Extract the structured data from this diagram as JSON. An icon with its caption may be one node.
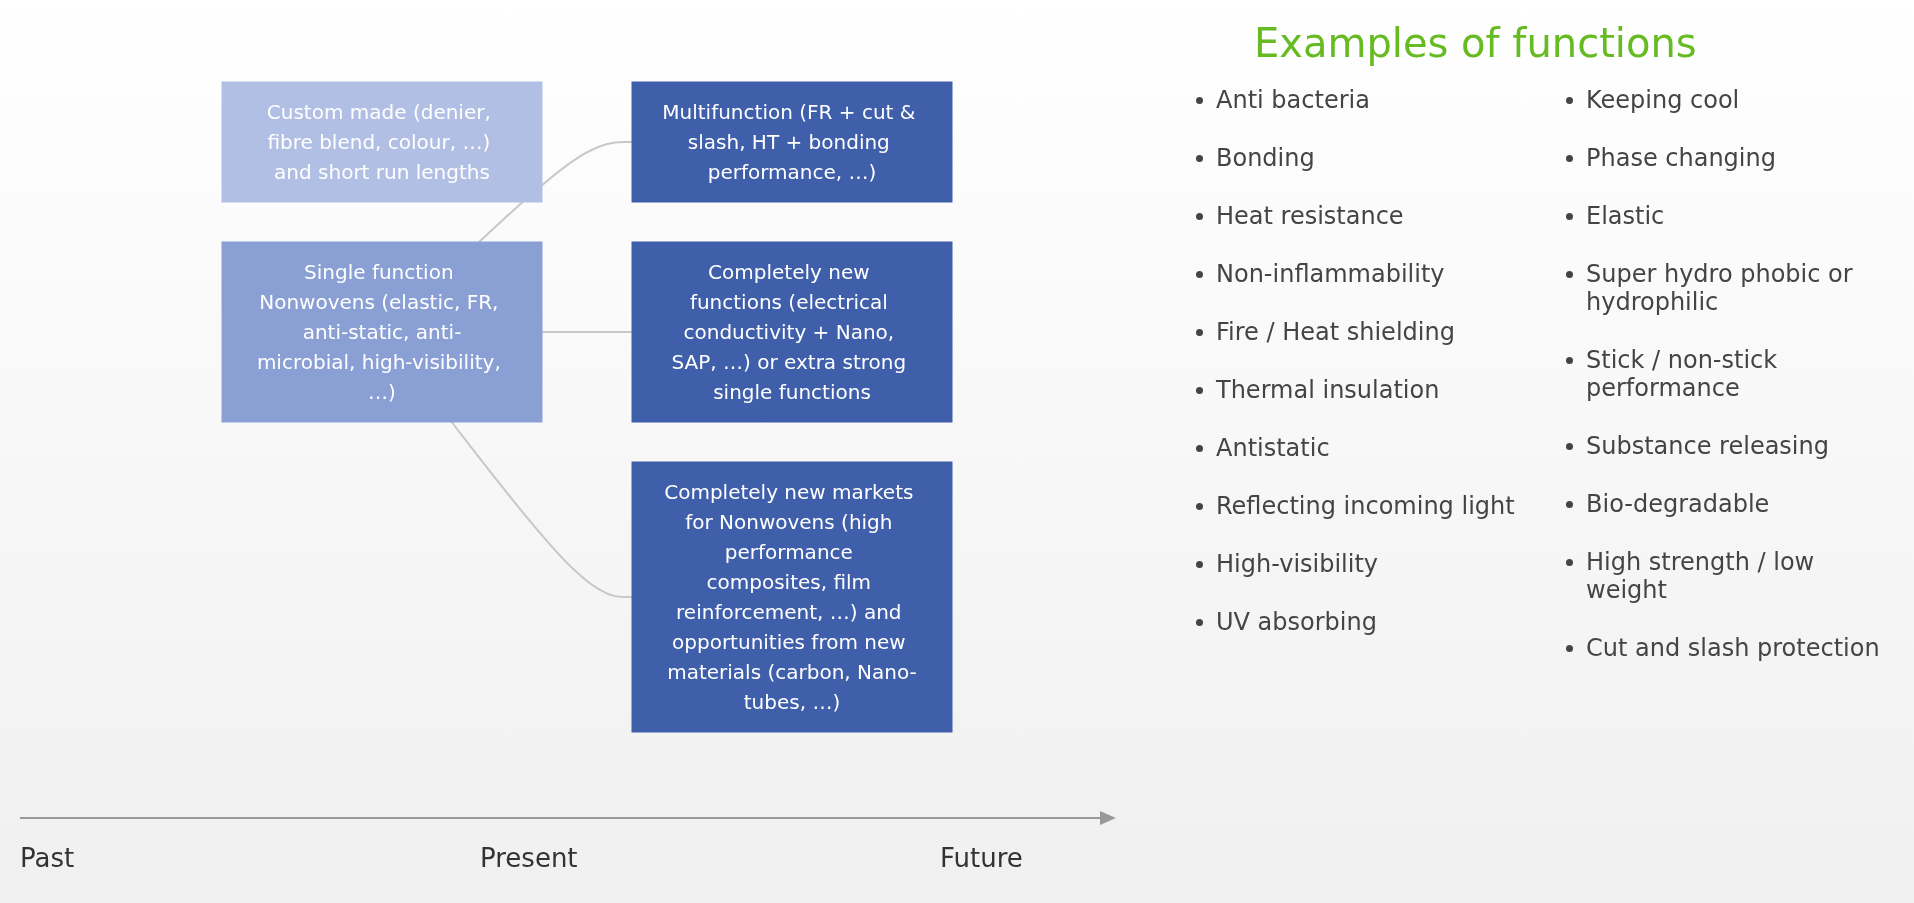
{
  "diagram": {
    "title": "Examples of functions",
    "nodes": [
      {
        "text": [
          "Custom made (denier, fibre blend, colour, …) and short run lengths"
        ]
      },
      {
        "text": [
          "Single function Nonwovens (elastic, FR, anti-static, anti-microbial, high-visibility, …)"
        ]
      },
      {
        "text": [
          "Multifunction (FR + cut & slash, HT + bonding performance, …)"
        ]
      },
      {
        "text": [
          "Completely new functions (electrical conductivity + Nano, SAP, …) or extra strong single functions"
        ]
      },
      {
        "text": [
          "Completely new markets for Nonwovens (high performance composites, film reinforcement, …) and opportunities from new materials (carbon, Nano-tubes, …)"
        ]
      }
    ],
    "edges": [
      {
        "from": 1,
        "to": 2,
        "arrow": "none"
      },
      {
        "from": 1,
        "to": 3,
        "arrow": "none"
      },
      {
        "from": 1,
        "to": 4,
        "arrow": "none"
      }
    ],
    "labels": [
      "Anti bacteria",
      "Bonding",
      "Heat resistance",
      "Non-inflammability",
      "Fire / Heat shielding",
      "Thermal insulation",
      "Antistatic",
      "Reflecting incoming light",
      "High-visibility",
      "UV absorbing",
      "Keeping cool",
      "Phase changing",
      "Elastic",
      "Super hydro phobic or hydrophilic",
      "Stick / non-stick performance",
      "Substance releasing",
      "Bio-degradable",
      "High strength / low weight",
      "Cut and slash protection",
      "Past",
      "Present",
      "Future"
    ]
  }
}
